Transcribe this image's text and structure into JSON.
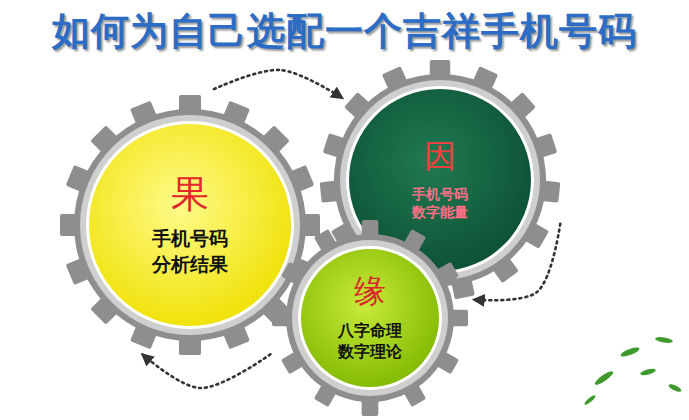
{
  "diagram": {
    "title": "如何为自己选配一个吉祥手机号码",
    "nodes": [
      {
        "text": [
          "果",
          "手机号码 分析结果"
        ]
      },
      {
        "text": [
          "因",
          "手机号码 数字能量"
        ]
      },
      {
        "text": [
          "缘",
          "八字命理 数字理论"
        ]
      }
    ],
    "edges": [
      {
        "from": 0,
        "to": 1,
        "arrow": "to"
      },
      {
        "from": 1,
        "to": 2,
        "arrow": "to"
      },
      {
        "from": 2,
        "to": 0,
        "arrow": "to"
      }
    ]
  }
}
